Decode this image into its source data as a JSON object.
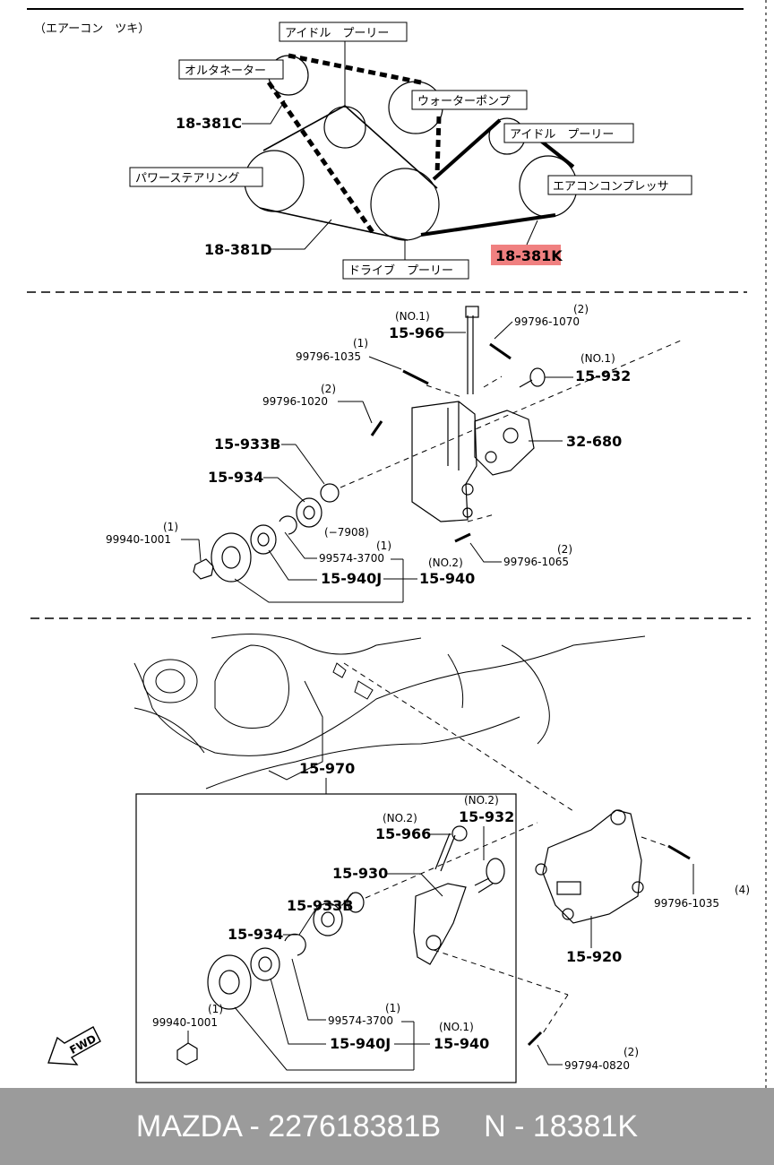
{
  "top_section": {
    "title": "（エアーコン　ツキ）",
    "labels": {
      "idler_top": "アイドル　プーリー",
      "alternator": "オルタネーター",
      "water_pump": "ウォーターポンプ",
      "idler_right": "アイドル　プーリー",
      "power_steering": "パワーステアリング",
      "ac_compressor": "エアコンコンプレッサ",
      "drive_pulley": "ドライブ　プーリー"
    },
    "parts": {
      "belt_c": "18-381C",
      "belt_d": "18-381D",
      "belt_k": "18-381K"
    },
    "highlight_color": "#f08080"
  },
  "middle_section": {
    "p15_966": {
      "note": "(NO.1)",
      "part": "15-966"
    },
    "p99796_1070": {
      "qty": "(2)",
      "part": "99796-1070"
    },
    "p99796_1035": {
      "qty": "(1)",
      "part": "99796-1035"
    },
    "p15_932": {
      "note": "(NO.1)",
      "part": "15-932"
    },
    "p99796_1020": {
      "qty": "(2)",
      "part": "99796-1020"
    },
    "p15_933b": "15-933B",
    "p32_680": "32-680",
    "p15_934": "15-934",
    "year_note": "(−7908)",
    "p99940_1001": {
      "qty": "(1)",
      "part": "99940-1001"
    },
    "p99574_3700": {
      "qty": "(1)",
      "part": "99574-3700"
    },
    "p15_940": {
      "note": "(NO.2)",
      "part": "15-940"
    },
    "p99796_1065": {
      "qty": "(2)",
      "part": "99796-1065"
    },
    "p15_940j": "15-940J"
  },
  "bottom_section": {
    "p15_970": "15-970",
    "p15_932": {
      "note": "(NO.2)",
      "part": "15-932"
    },
    "p15_966": {
      "note": "(NO.2)",
      "part": "15-966"
    },
    "p15_930": "15-930",
    "p15_933b": "15-933B",
    "p15_934": "15-934",
    "p99796_1035": {
      "qty": "(4)",
      "part": "99796-1035"
    },
    "p15_920": "15-920",
    "p99940_1001": {
      "qty": "(1)",
      "part": "99940-1001"
    },
    "p99574_3700": {
      "qty": "(1)",
      "part": "99574-3700"
    },
    "p15_940": {
      "note": "(NO.1)",
      "part": "15-940"
    },
    "p15_940j": "15-940J",
    "p99794_0820": {
      "qty": "(2)",
      "part": "99794-0820"
    },
    "fwd": "FWD"
  },
  "footer": {
    "brand_part": "MAZDA - 227618381B",
    "ref": "N - 18381K"
  }
}
